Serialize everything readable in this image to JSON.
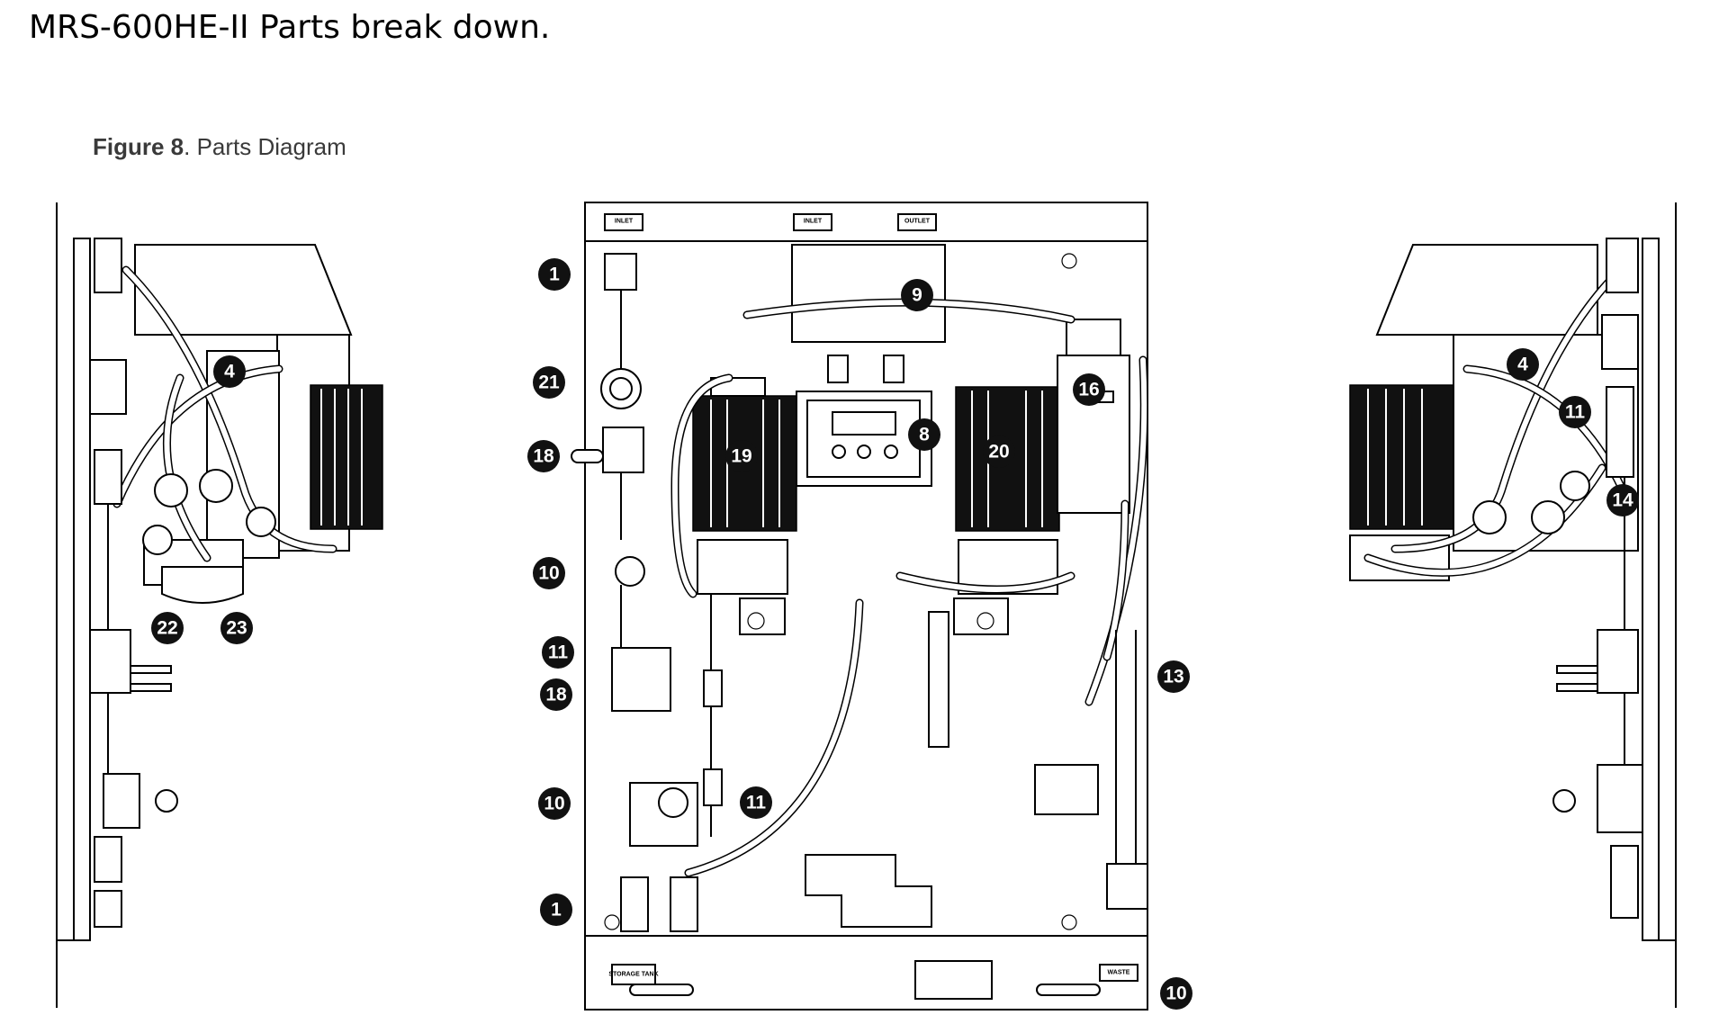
{
  "document": {
    "title": "MRS-600HE-II Parts break down."
  },
  "figure": {
    "number_text": "Figure 8",
    "caption_text": ". Parts Diagram"
  },
  "panel_labels": {
    "inlet_left": "INLET",
    "inlet_center": "INLET",
    "outlet": "OUTLET",
    "storage_tank": "STORAGE TANK",
    "waste": "WASTE"
  },
  "callouts": {
    "left_view": [
      "4",
      "22",
      "23"
    ],
    "center_view": [
      "1",
      "9",
      "21",
      "16",
      "8",
      "19",
      "20",
      "18",
      "10",
      "11",
      "18",
      "13",
      "10",
      "11",
      "1",
      "10"
    ],
    "right_view": [
      "4",
      "11",
      "14"
    ]
  }
}
